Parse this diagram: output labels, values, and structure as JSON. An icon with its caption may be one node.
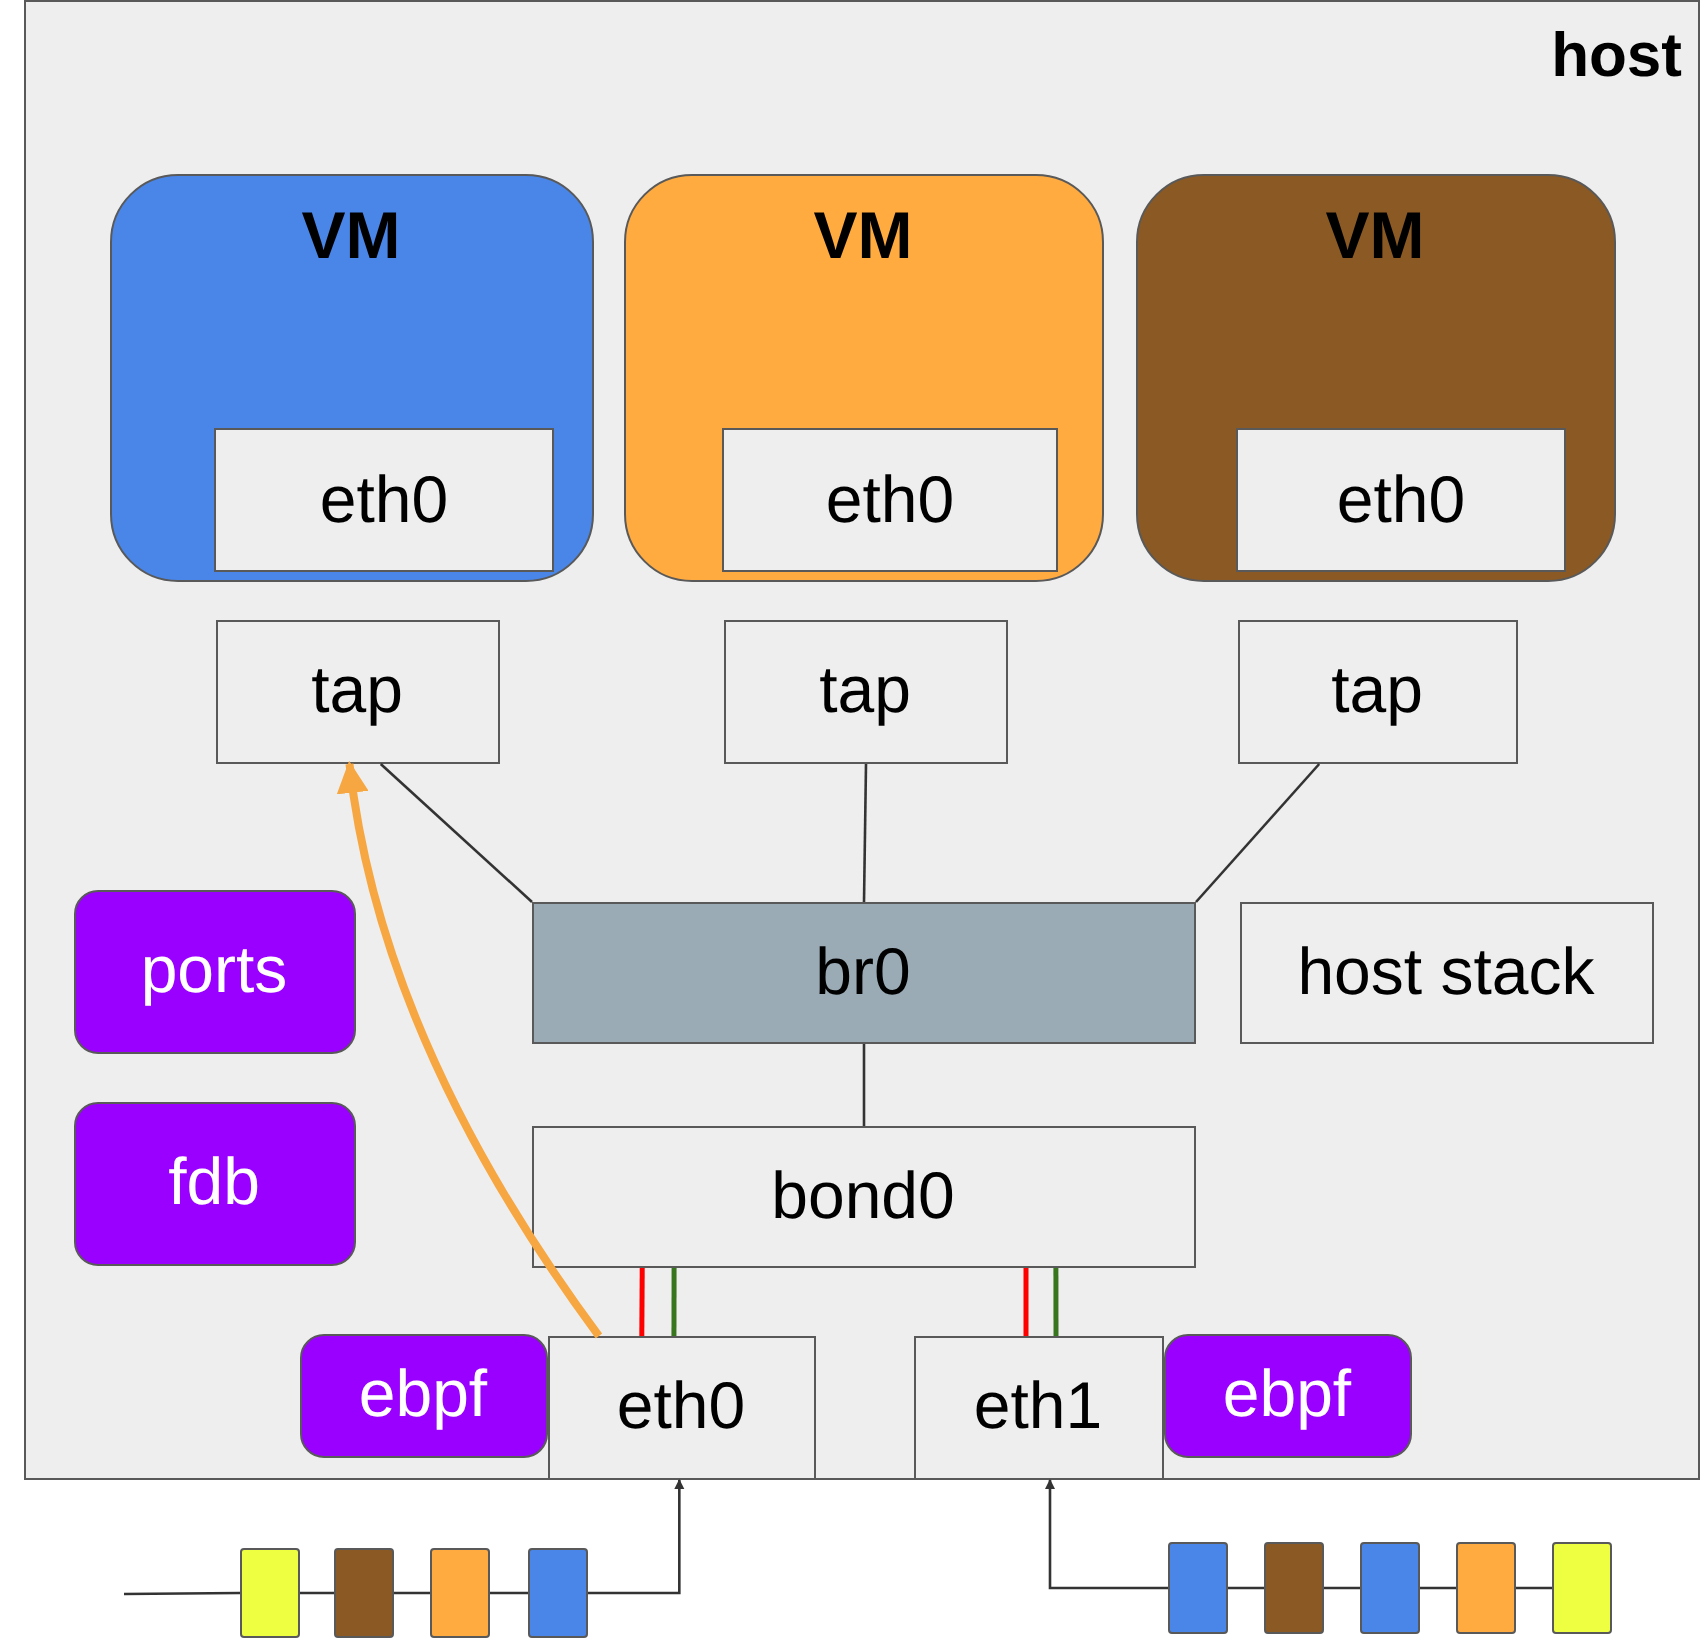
{
  "diagram": {
    "nodes": [
      {
        "text": [
          "host"
        ]
      },
      {
        "text": [
          "VM"
        ],
        "in": 0
      },
      {
        "text": [
          "eth0"
        ],
        "in": 1
      },
      {
        "text": [
          "VM"
        ],
        "in": 0
      },
      {
        "text": [
          "eth0"
        ],
        "in": 3
      },
      {
        "text": [
          "VM"
        ],
        "in": 0
      },
      {
        "text": [
          "eth0"
        ],
        "in": 5
      },
      {
        "text": [
          "tap"
        ],
        "in": 0
      },
      {
        "text": [
          "tap"
        ],
        "in": 0
      },
      {
        "text": [
          "tap"
        ],
        "in": 0
      },
      {
        "text": [
          "ports"
        ],
        "in": 0
      },
      {
        "text": [
          "fdb"
        ],
        "in": 0
      },
      {
        "text": [
          "br0"
        ],
        "in": 0
      },
      {
        "text": [
          "host stack"
        ],
        "in": 0
      },
      {
        "text": [
          "bond0"
        ],
        "in": 0
      },
      {
        "text": [
          "eth0"
        ],
        "in": 0
      },
      {
        "text": [
          "eth1"
        ],
        "in": 0
      },
      {
        "text": [
          "ebpf"
        ],
        "in": 0
      },
      {
        "text": [
          "ebpf"
        ],
        "in": 0
      },
      {
        "text": [],
        "shape": "box"
      },
      {
        "text": [],
        "shape": "box"
      },
      {
        "text": [],
        "shape": "box"
      },
      {
        "text": [],
        "shape": "box"
      },
      {
        "text": [],
        "shape": "box"
      },
      {
        "text": [],
        "shape": "box"
      },
      {
        "text": [],
        "shape": "box"
      },
      {
        "text": [],
        "shape": "box"
      },
      {
        "text": [],
        "shape": "box"
      }
    ],
    "edges": [
      {
        "from": 7,
        "to": 12,
        "arrow": "none"
      },
      {
        "from": 8,
        "to": 12,
        "arrow": "none"
      },
      {
        "from": 9,
        "to": 12,
        "arrow": "none"
      },
      {
        "from": 12,
        "to": 14,
        "arrow": "none"
      },
      {
        "from": 14,
        "to": 15,
        "arrow": "none",
        "color": "#ff0000"
      },
      {
        "from": 14,
        "to": 15,
        "arrow": "none",
        "color": "#38761d"
      },
      {
        "from": 14,
        "to": 16,
        "arrow": "none",
        "color": "#ff0000"
      },
      {
        "from": 14,
        "to": 16,
        "arrow": "none",
        "color": "#38761d"
      },
      {
        "from": 15,
        "to": 7,
        "arrow": "to",
        "style": "thick",
        "color": "#f6a742"
      },
      {
        "from": null,
        "to": 19,
        "arrow": "none"
      },
      {
        "from": 19,
        "to": 20,
        "arrow": "none"
      },
      {
        "from": 20,
        "to": 21,
        "arrow": "none"
      },
      {
        "from": 21,
        "to": 22,
        "arrow": "none"
      },
      {
        "from": 22,
        "to": 15,
        "arrow": "to"
      },
      {
        "from": 27,
        "to": 26,
        "arrow": "none"
      },
      {
        "from": 26,
        "to": 25,
        "arrow": "none"
      },
      {
        "from": 25,
        "to": 24,
        "arrow": "none"
      },
      {
        "from": 24,
        "to": 23,
        "arrow": "none"
      },
      {
        "from": 23,
        "to": 16,
        "arrow": "to"
      }
    ]
  }
}
